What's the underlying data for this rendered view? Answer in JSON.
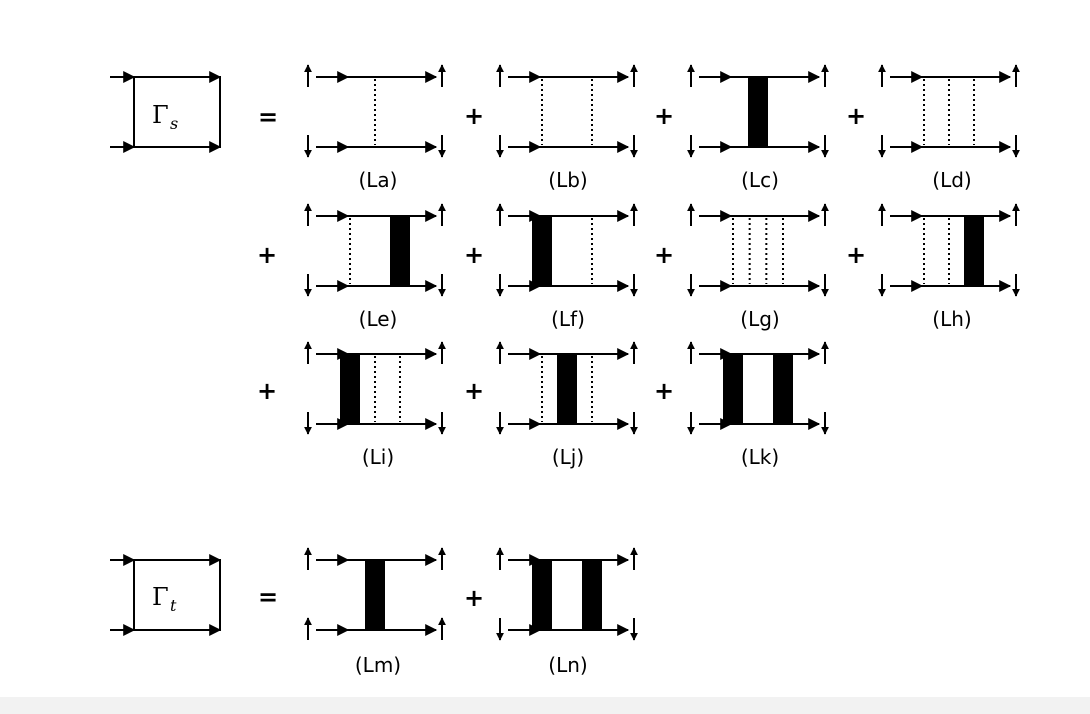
{
  "colors": {
    "ink": "#000000",
    "background": "#ffffff",
    "bottom_band": "#f2f2f2"
  },
  "gamma_s": {
    "symbol": "Γ",
    "subscript": "s",
    "equals": "="
  },
  "gamma_t": {
    "symbol": "Γ",
    "subscript": "t",
    "equals": "="
  },
  "plus": "+",
  "diagrams": [
    {
      "label": "(La)",
      "left": "up",
      "right": "down",
      "rungs": [
        "dot"
      ]
    },
    {
      "label": "(Lb)",
      "left": "up",
      "right": "down",
      "rungs": [
        "dot",
        "dot"
      ]
    },
    {
      "label": "(Lc)",
      "left": "up",
      "right": "down",
      "rungs": [
        "solid"
      ]
    },
    {
      "label": "(Ld)",
      "left": "up",
      "right": "down",
      "rungs": [
        "dot",
        "dot",
        "dot"
      ]
    },
    {
      "label": "(Le)",
      "left": "up",
      "right": "down",
      "rungs": [
        "dot",
        "solid"
      ]
    },
    {
      "label": "(Lf)",
      "left": "up",
      "right": "down",
      "rungs": [
        "solid",
        "dot"
      ]
    },
    {
      "label": "(Lg)",
      "left": "up",
      "right": "down",
      "rungs": [
        "dot",
        "dot",
        "dot",
        "dot"
      ]
    },
    {
      "label": "(Lh)",
      "left": "up",
      "right": "down",
      "rungs": [
        "dot",
        "dot",
        "solid"
      ]
    },
    {
      "label": "(Li)",
      "left": "up",
      "right": "down",
      "rungs": [
        "solid",
        "dot",
        "dot"
      ]
    },
    {
      "label": "(Lj)",
      "left": "up",
      "right": "down",
      "rungs": [
        "dot",
        "solid",
        "dot"
      ]
    },
    {
      "label": "(Lk)",
      "left": "up",
      "right": "down",
      "rungs": [
        "solid",
        "solid"
      ]
    },
    {
      "label": "(Lm)",
      "left": "up",
      "right": "up",
      "rungs": [
        "solid"
      ]
    },
    {
      "label": "(Ln)",
      "left": "down",
      "right": "down",
      "rungs": [
        "solid",
        "solid"
      ]
    }
  ]
}
